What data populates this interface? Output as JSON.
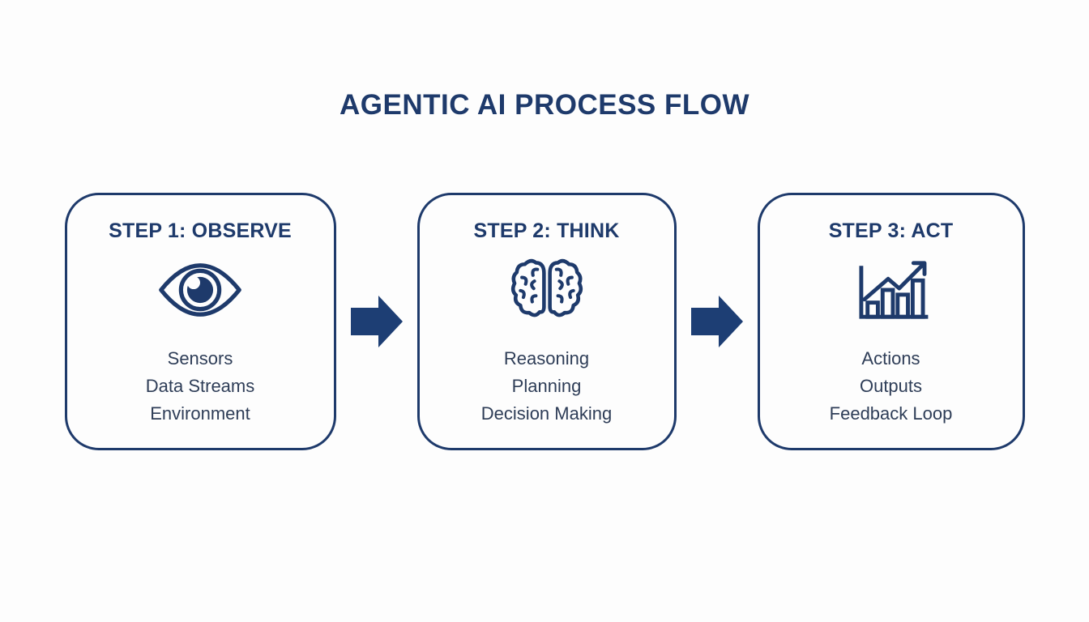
{
  "page": {
    "title": "AGENTIC AI PROCESS FLOW",
    "colors": {
      "navy": "#1e3a6b",
      "arrow": "#1d3e74",
      "body_text": "#2e3d57",
      "background": "#fdfdfd"
    }
  },
  "steps": [
    {
      "heading": "STEP 1: OBSERVE",
      "icon": "eye-icon",
      "items": [
        "Sensors",
        "Data Streams",
        "Environment"
      ]
    },
    {
      "heading": "STEP 2: THINK",
      "icon": "brain-icon",
      "items": [
        "Reasoning",
        "Planning",
        "Decision Making"
      ]
    },
    {
      "heading": "STEP 3: ACT",
      "icon": "bar-chart-icon",
      "items": [
        "Actions",
        "Outputs",
        "Feedback Loop"
      ]
    }
  ],
  "connectors": [
    {
      "icon": "arrow-right-icon"
    },
    {
      "icon": "arrow-right-icon"
    }
  ]
}
